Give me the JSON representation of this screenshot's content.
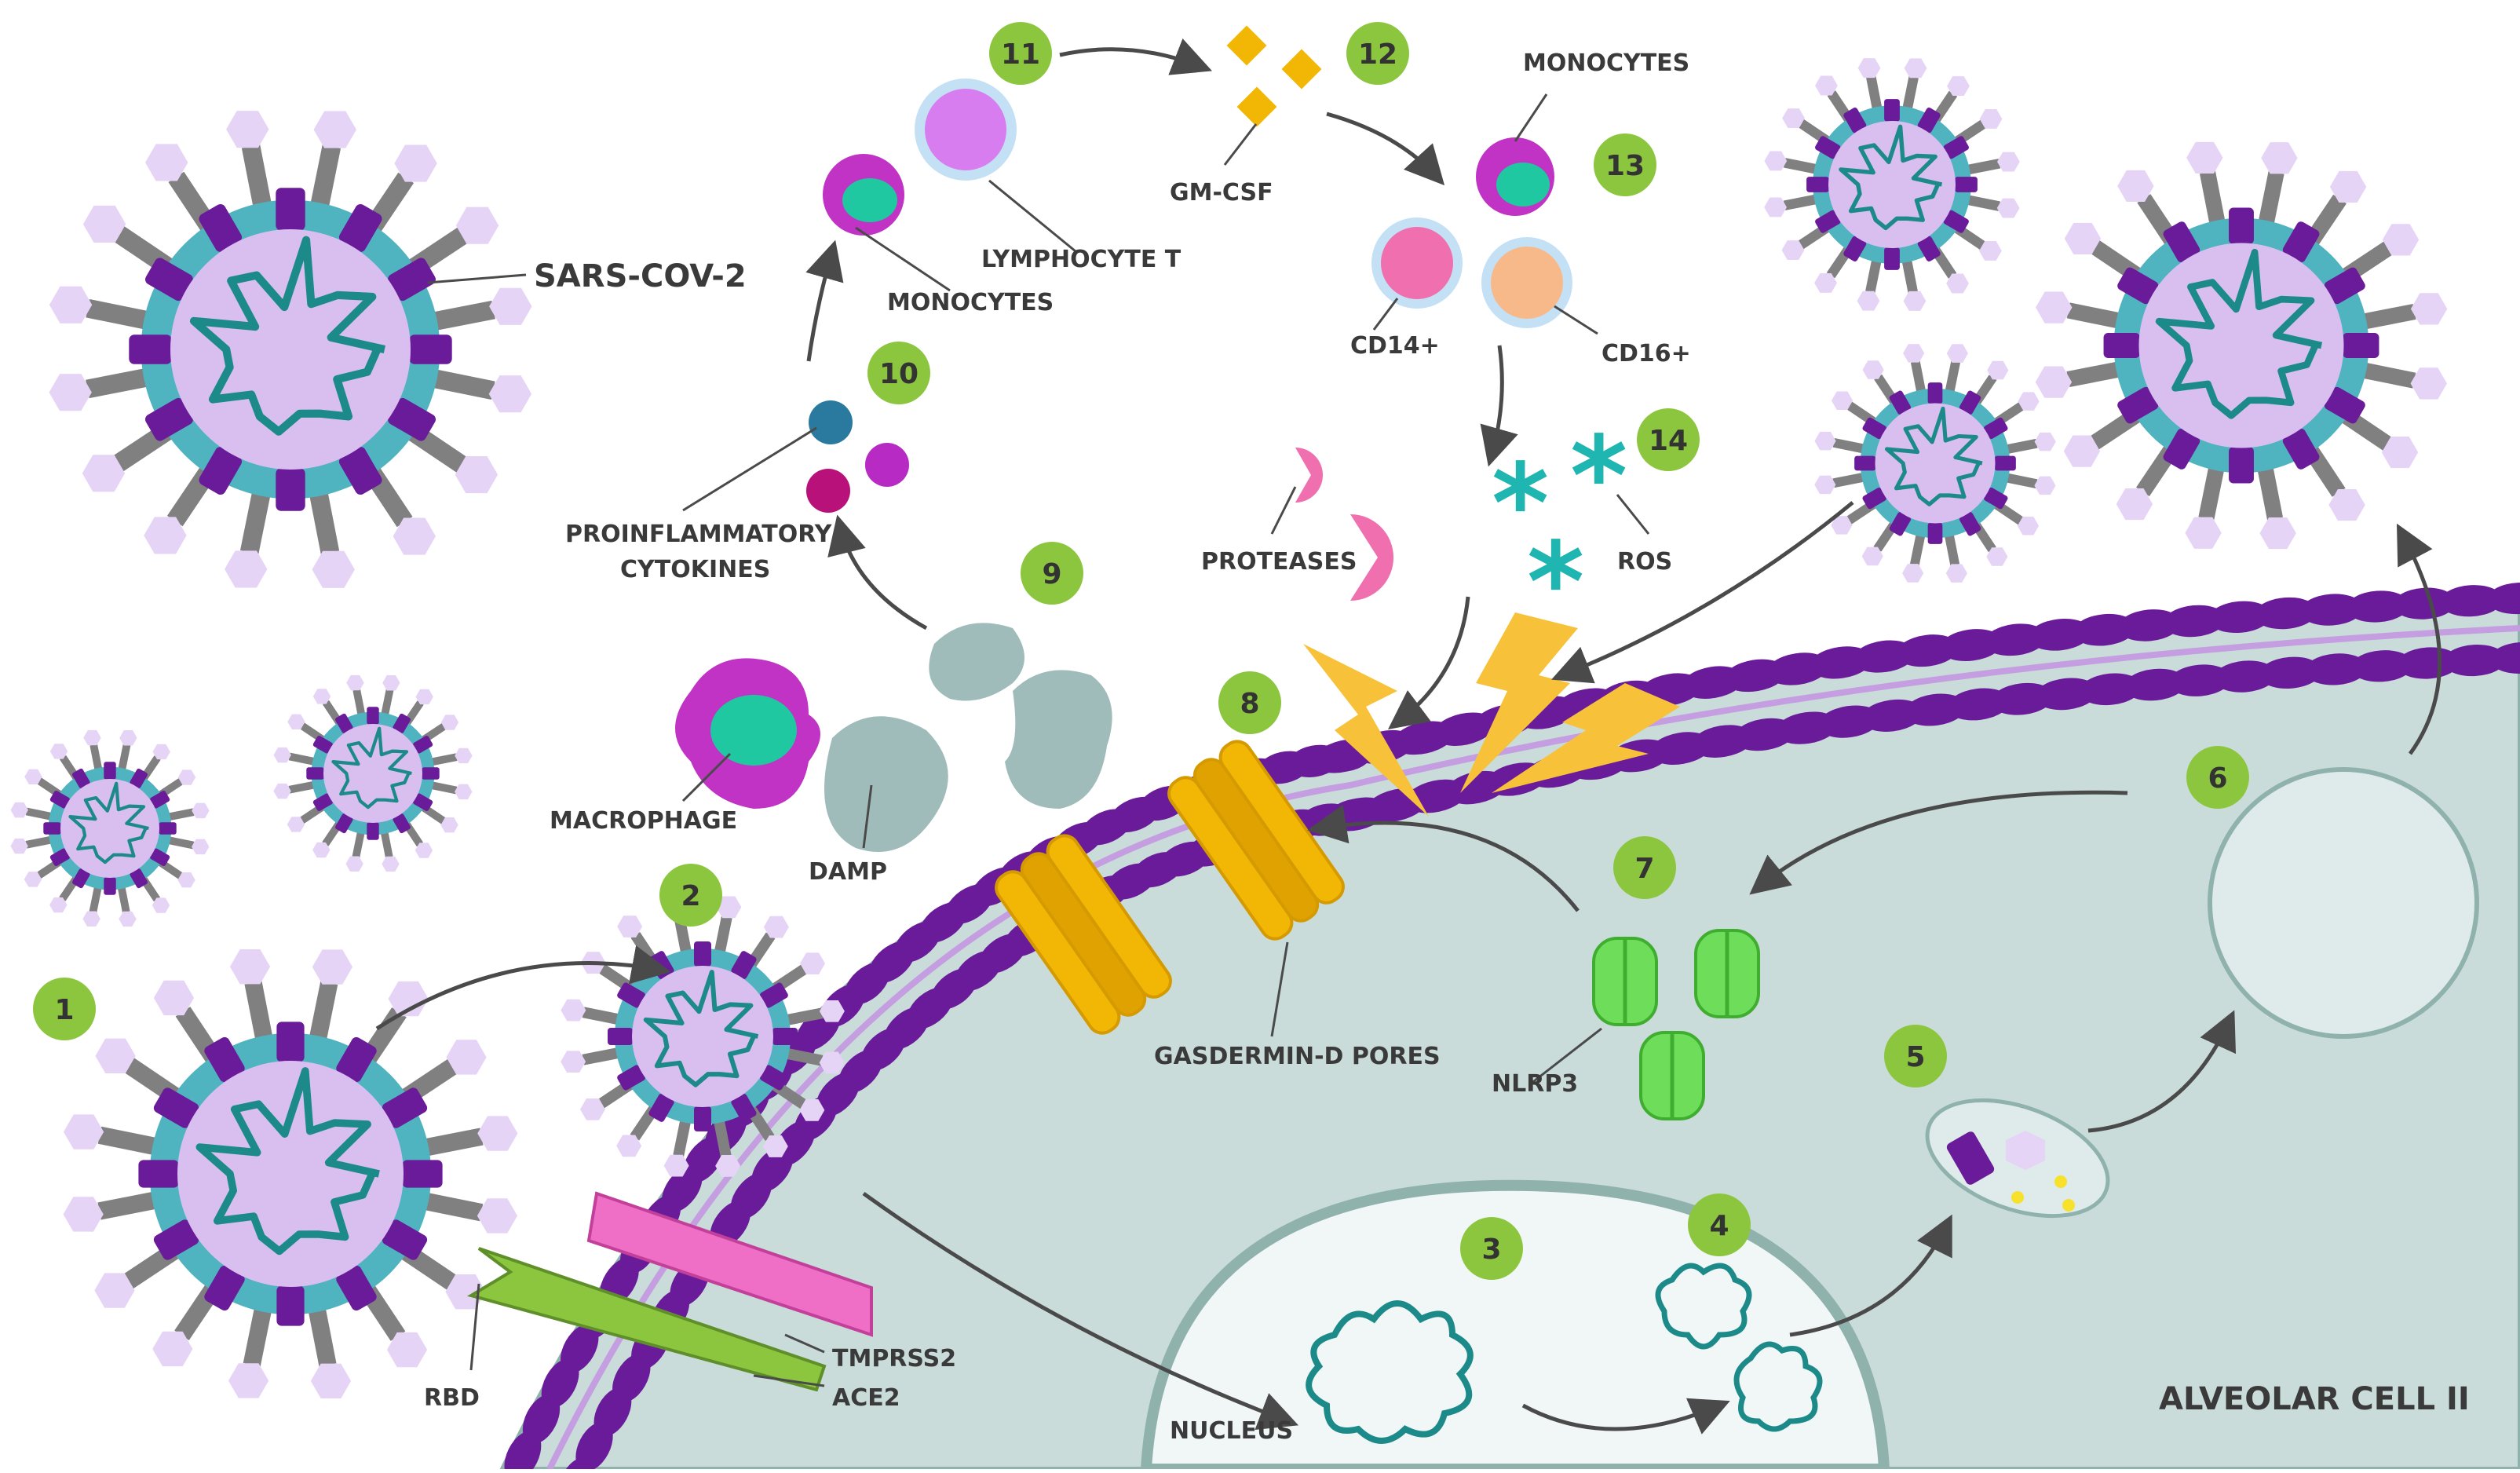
{
  "colors": {
    "step_badge": "#8cc63f",
    "cell_fill": "#c9dcda",
    "cell_edge": "#8fb2ad",
    "membrane": "#6a1b9a",
    "nucleus_fill": "#f1f6f6",
    "virus_body": "#d9bff0",
    "virus_ring": "#4fb3c0",
    "spike_stalk": "#808080",
    "spike_tip": "#e6d4f7",
    "rna": "#1d8a8a",
    "gasdermin": "#f2b705",
    "tmprss2": "#f06fc6",
    "ace2": "#8cc63f",
    "nlrp3": "#6ede5a",
    "damp": "#9fbcbb",
    "protease": "#f06fae",
    "ros": "#1fb5b1",
    "lightning": "#f7c23a",
    "arrow": "#4a4a4a"
  },
  "steps": [
    "1",
    "2",
    "3",
    "4",
    "5",
    "6",
    "7",
    "8",
    "9",
    "10",
    "11",
    "12",
    "13",
    "14"
  ],
  "labels": {
    "sars_cov_2": "SARS-COV-2",
    "rbd": "RBD",
    "tmprss2": "TMPRSS2",
    "ace2": "ACE2",
    "nucleus": "NUCLEUS",
    "alveolar_cell": "ALVEOLAR CELL II",
    "gasdermin": "GASDERMIN-D PORES",
    "nlrp3": "NLRP3",
    "damp": "DAMP",
    "macrophage": "MACROPHAGE",
    "proinflammatory_1": "PROINFLAMMATORY",
    "proinflammatory_2": "CYTOKINES",
    "monocytes_left": "MONOCYTES",
    "lymphocyte": "LYMPHOCYTE T",
    "gm_csf": "GM-CSF",
    "monocytes_right": "MONOCYTES",
    "cd14": "CD14+",
    "cd16": "CD16+",
    "proteases": "PROTEASES",
    "ros": "ROS"
  },
  "icons": [
    "virus-icon",
    "spike-protein-icon",
    "rna-strand-icon",
    "ion-channel-icon",
    "lightning-icon",
    "asterisk-icon"
  ]
}
